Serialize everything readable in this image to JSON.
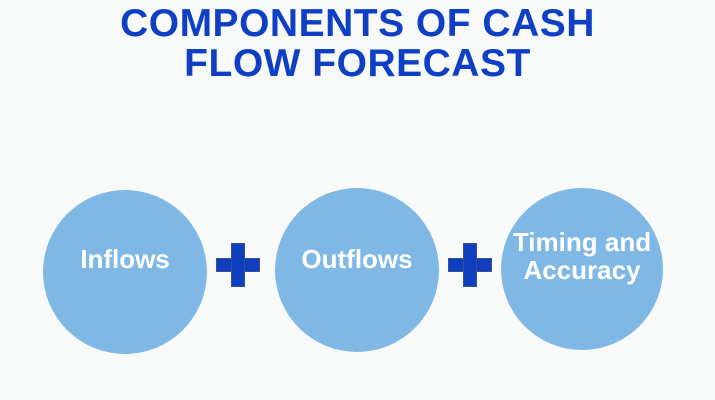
{
  "title": {
    "line1": "COMPONENTS OF CASH",
    "line2": "FLOW FORECAST"
  },
  "components": [
    {
      "label": "Inflows"
    },
    {
      "label": "Outflows"
    },
    {
      "label_line1": "Timing and",
      "label_line2": "Accuracy"
    }
  ],
  "colors": {
    "title": "#0f3fc4",
    "circle": "#7fb8e4",
    "plus": "#0f3fbf",
    "background": "#f8f9f9"
  }
}
